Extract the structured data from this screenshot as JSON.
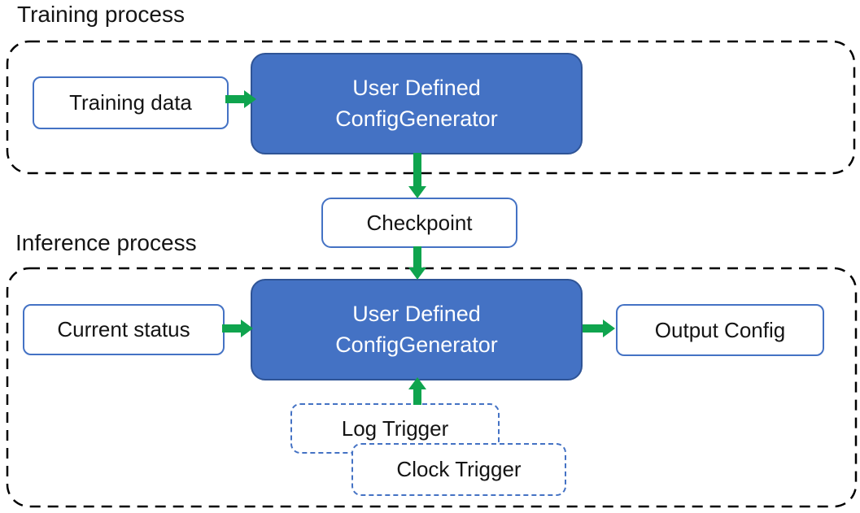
{
  "training": {
    "title": "Training process",
    "input_label": "Training data",
    "generator": {
      "line1": "User Defined",
      "line2": "ConfigGenerator"
    }
  },
  "checkpoint": {
    "label": "Checkpoint"
  },
  "inference": {
    "title": "Inference process",
    "input_label": "Current status",
    "generator": {
      "line1": "User Defined",
      "line2": "ConfigGenerator"
    },
    "output_label": "Output Config",
    "triggers": {
      "log": "Log Trigger",
      "clock": "Clock Trigger"
    }
  },
  "colors": {
    "generator_fill": "#4472C4",
    "generator_border": "#2F5496",
    "light_box_border": "#4472C4",
    "trigger_border": "#4472C4",
    "arrow_green": "#0FA44E",
    "container_border": "#000000",
    "text_dark": "#141414",
    "generator_text": "#FFFFFF"
  }
}
